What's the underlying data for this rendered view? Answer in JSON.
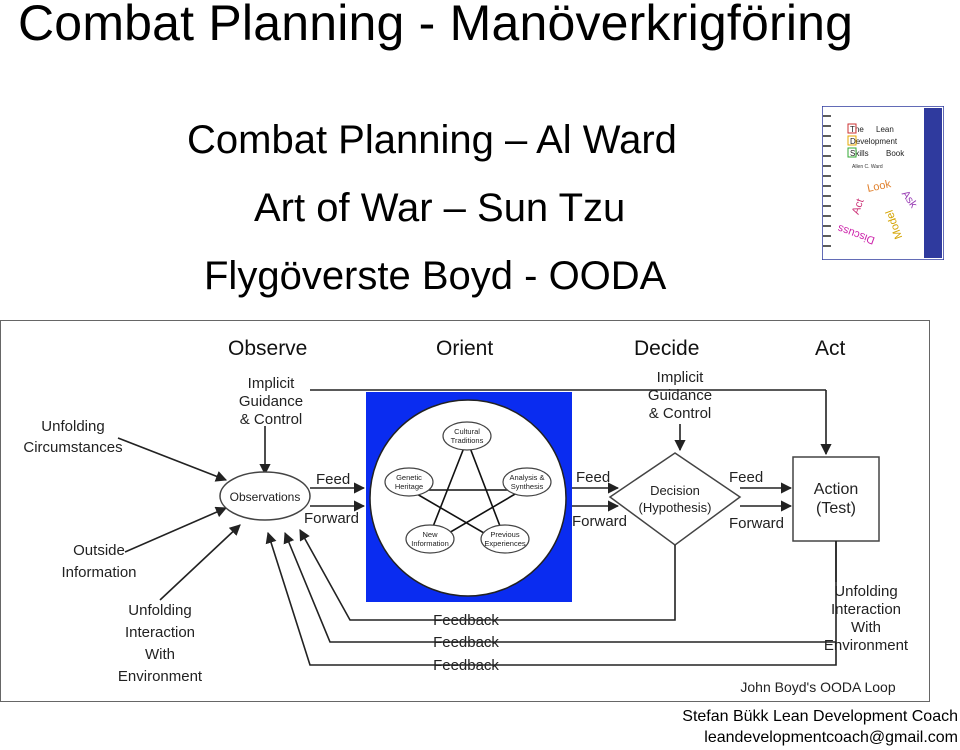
{
  "slide": {
    "title": "Combat Planning - Manöverkrigföring",
    "lines": [
      "Combat Planning – Al Ward",
      "Art of War – Sun Tzu",
      "Flygöverste Boyd  - OODA"
    ],
    "footer": {
      "line1": "Stefan Bükk Lean Development Coach",
      "line2": "leandevelopmentcoach@gmail.com"
    }
  },
  "book": {
    "title_words": [
      "The",
      "Lean",
      "Development",
      "Skills",
      "Book"
    ],
    "author": "Allen C. Ward",
    "cycle_words": [
      "Act",
      "Look",
      "Ask",
      "Model",
      "Discuss"
    ],
    "accent_color": "#2f3a9e"
  },
  "ooda": {
    "phases": [
      "Observe",
      "Orient",
      "Decide",
      "Act"
    ],
    "implicit_left": [
      "Implicit",
      "Guidance",
      "& Control"
    ],
    "implicit_right": [
      "Implicit",
      "Guidance",
      "& Control"
    ],
    "inputs": {
      "unfolding_circumstances": [
        "Unfolding",
        "Circumstances"
      ],
      "outside_information": [
        "Outside",
        "Information"
      ],
      "unfolding_interaction_left": [
        "Unfolding",
        "Interaction",
        "With",
        "Environment"
      ],
      "unfolding_interaction_right": [
        "Unfolding",
        "Interaction",
        "With",
        "Environment"
      ]
    },
    "observations": "Observations",
    "feed": "Feed",
    "forward": "Forward",
    "orient_nodes": [
      [
        "Cultural",
        "Traditions"
      ],
      [
        "Genetic",
        "Heritage"
      ],
      [
        "Analysis &",
        "Synthesis"
      ],
      [
        "New",
        "Information"
      ],
      [
        "Previous",
        "Experiences"
      ]
    ],
    "decision": [
      "Decision",
      "(Hypothesis)"
    ],
    "action": [
      "Action",
      "(Test)"
    ],
    "feedback": [
      "Feedback",
      "Feedback",
      "Feedback"
    ],
    "credit": "John Boyd's OODA Loop",
    "orient_bg_color": "#0a2cf0"
  }
}
